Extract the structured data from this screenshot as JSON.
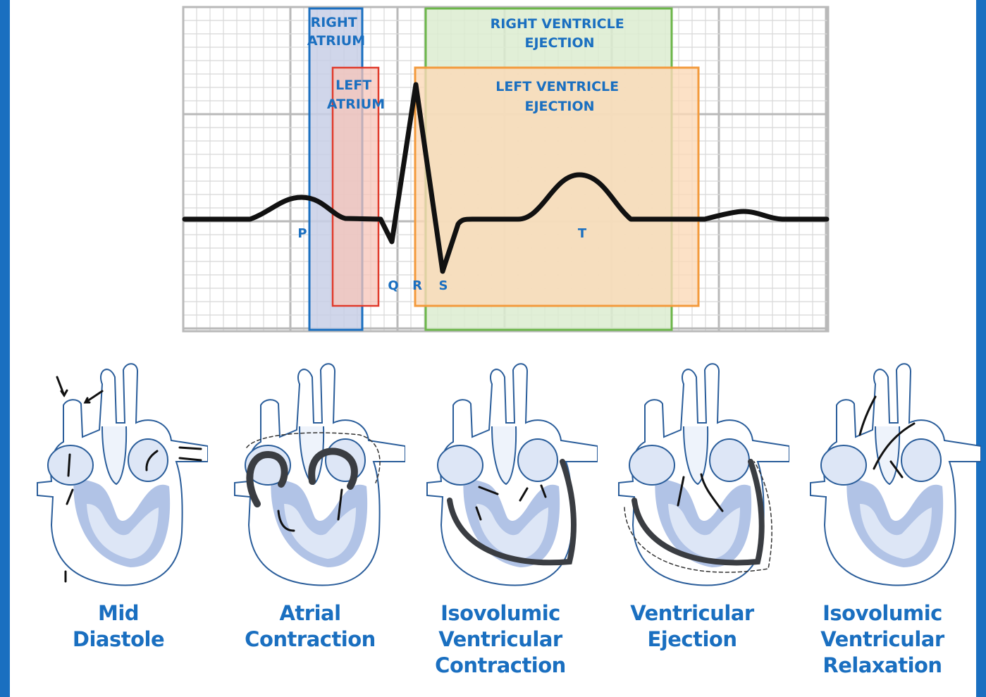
{
  "ecg": {
    "regions": [
      {
        "id": "right-atrium",
        "lines": [
          "RIGHT",
          "ATRIUM"
        ],
        "color": "#1a6fc0",
        "fill": "#c8cfe6"
      },
      {
        "id": "left-atrium",
        "lines": [
          "LEFT",
          "ATRIUM"
        ],
        "color": "#e03a2b",
        "fill": "#f7c4b8"
      },
      {
        "id": "right-ventricle-ejection",
        "lines": [
          "RIGHT VENTRICLE",
          "EJECTION"
        ],
        "color": "#6cb64a",
        "fill": "#dcecd0"
      },
      {
        "id": "left-ventricle-ejection",
        "lines": [
          "LEFT VENTRICLE",
          "EJECTION"
        ],
        "color": "#f39a3c",
        "fill": "#fbd9b8"
      }
    ],
    "waves": {
      "p": "P",
      "q": "Q",
      "r": "R",
      "s": "S",
      "t": "T"
    },
    "colors": {
      "text": "#1a6fc0",
      "trace": "#111111",
      "grid_major": "#b9b9b9",
      "grid_minor": "#d8d8d8"
    }
  },
  "phases": [
    {
      "id": "mid-diastole",
      "lines": [
        "Mid",
        "Diastole"
      ]
    },
    {
      "id": "atrial-contraction",
      "lines": [
        "Atrial",
        "Contraction"
      ]
    },
    {
      "id": "isovolumic-ventricular-contraction",
      "lines": [
        "Isovolumic",
        "Ventricular",
        "Contraction"
      ]
    },
    {
      "id": "ventricular-ejection",
      "lines": [
        "Ventricular",
        "Ejection"
      ]
    },
    {
      "id": "isovolumic-ventricular-relaxation",
      "lines": [
        "Isovolumic",
        "Ventricular",
        "Relaxation"
      ]
    }
  ]
}
